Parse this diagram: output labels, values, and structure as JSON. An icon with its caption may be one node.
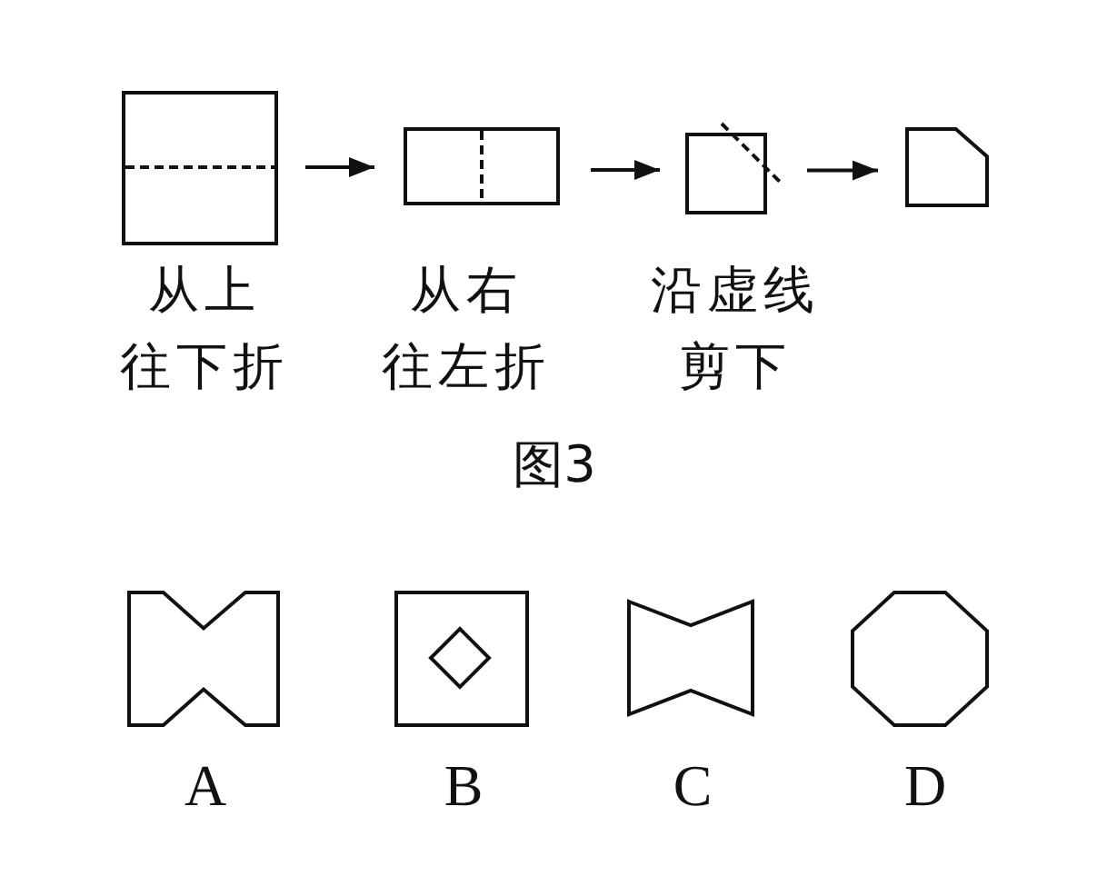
{
  "diagram": {
    "caption": "图3",
    "nodes": [
      {
        "text": [],
        "shape": "box",
        "beside": [
          "从上往下折"
        ]
      },
      {
        "text": [],
        "shape": "box",
        "beside": [
          "从右往左折"
        ]
      },
      {
        "text": [],
        "shape": "box",
        "beside": [
          "沿虚线剪下"
        ]
      },
      {
        "text": [],
        "shape": "pentagon"
      },
      {
        "text": [],
        "shape": "notched",
        "beside": [
          "A"
        ]
      },
      {
        "text": [],
        "shape": "box",
        "beside": [
          "B"
        ]
      },
      {
        "text": [],
        "shape": "bowtie",
        "beside": [
          "C"
        ]
      },
      {
        "text": [],
        "shape": "octagon",
        "beside": [
          "D"
        ]
      }
    ],
    "edges": [
      {
        "from": 0,
        "to": 1,
        "arrow": "to"
      },
      {
        "from": 1,
        "to": 2,
        "arrow": "to"
      },
      {
        "from": 2,
        "to": 3,
        "arrow": "to"
      }
    ]
  }
}
